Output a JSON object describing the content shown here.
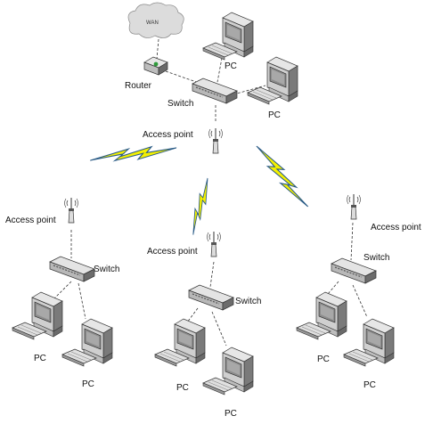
{
  "diagram": {
    "labels": {
      "wan": "WAN",
      "router": "Router",
      "switch": "Switch",
      "access_point": "Access point",
      "pc": "PC"
    },
    "colors": {
      "link_line": "#333333",
      "wireless_bolt_fill": "#f4f000",
      "wireless_bolt_edge": "#2a5b86",
      "device_face": "#d8d8d8",
      "device_dark": "#6a6a6a",
      "screen": "#9a9a9a",
      "cloud": "#dcdcdc"
    },
    "icons": [
      "cloud-icon",
      "router-icon",
      "switch-icon",
      "access-point-icon",
      "pc-icon",
      "wireless-link-icon"
    ]
  }
}
